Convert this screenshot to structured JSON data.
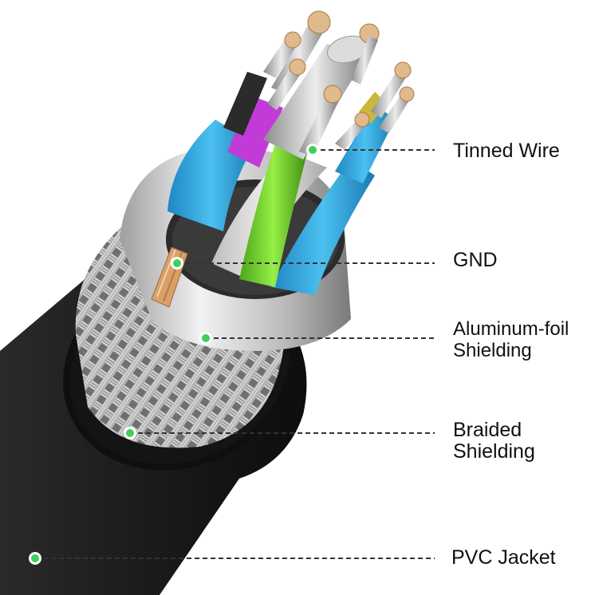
{
  "diagram": {
    "callouts": [
      {
        "id": "tinned-wire",
        "text": "Tinned Wire"
      },
      {
        "id": "gnd",
        "text": "GND"
      },
      {
        "id": "aluminum-foil",
        "text": "Aluminum-foil\nShielding"
      },
      {
        "id": "braided",
        "text": "Braided\nShielding"
      },
      {
        "id": "pvc-jacket",
        "text": "PVC Jacket"
      }
    ]
  },
  "colors": {
    "marker": "#3fcf5f",
    "jacket": "#1a1a1a",
    "foil": "#c8c8c8",
    "braid": "#8a8a8a",
    "wire_green": "#7ad62a",
    "wire_blue": "#2da7e0",
    "wire_magenta": "#c23ad8",
    "copper": "#d9a06a",
    "leader_line": "#333333"
  },
  "icons": {
    "marker": "dot-marker"
  }
}
